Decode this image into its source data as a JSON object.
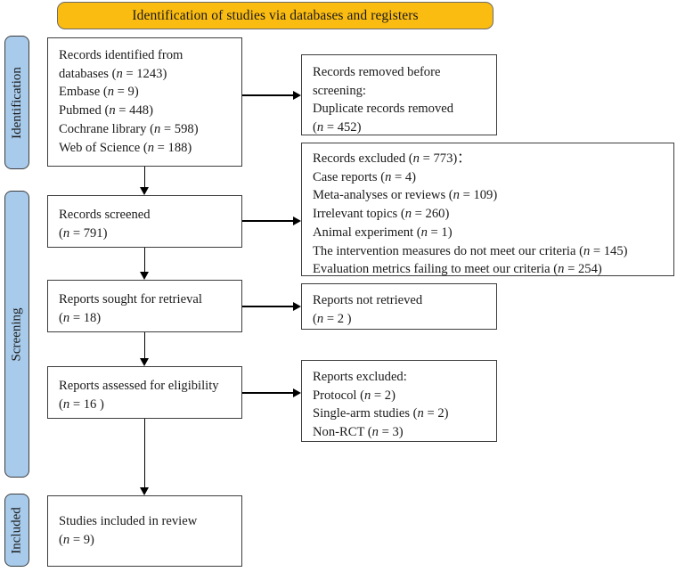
{
  "diagram": {
    "title": "Identification of studies via databases and registers",
    "type": "prisma-flow-diagram",
    "colors": {
      "banner": "#fbbc11",
      "stage_pill": "#a8cbeb",
      "box_border": "#3d3d3d",
      "connector": "#000000",
      "background": "#ffffff"
    }
  },
  "stages": [
    {
      "key": "identification",
      "label": "Identification"
    },
    {
      "key": "screening",
      "label": "Screening"
    },
    {
      "key": "included",
      "label": "Included"
    }
  ],
  "boxes": {
    "records_identified": {
      "lines": [
        "Records identified from",
        "databases (n = 1243)",
        "Embase (n = 9)",
        "Pubmed (n = 448)",
        "Cochrane library (n = 598)",
        "Web of Science (n = 188)"
      ]
    },
    "records_removed": {
      "lines": [
        "Records removed before",
        "screening:",
        "Duplicate records removed",
        "(n = 452)"
      ]
    },
    "records_screened": {
      "lines": [
        "Records screened",
        "(n = 791)"
      ]
    },
    "records_excluded": {
      "lines": [
        "Records excluded (n = 773)：",
        "Case reports (n = 4)",
        "Meta-analyses or reviews (n = 109)",
        "Irrelevant topics (n = 260)",
        "Animal experiment (n = 1)",
        "The intervention measures do not meet our criteria (n = 145)",
        "Evaluation metrics failing to meet our criteria (n = 254)"
      ]
    },
    "reports_sought": {
      "lines": [
        "Reports sought for retrieval",
        "(n = 18)"
      ]
    },
    "reports_not_retrieved": {
      "lines": [
        "Reports not retrieved",
        "(n = 2 )"
      ]
    },
    "reports_assessed": {
      "lines": [
        "Reports assessed for eligibility",
        "(n = 16 )"
      ]
    },
    "reports_excluded": {
      "lines": [
        "Reports excluded:",
        "Protocol (n = 2)",
        "Single-arm studies (n = 2)",
        "Non-RCT (n = 3)"
      ]
    },
    "studies_included": {
      "lines": [
        "Studies included in review",
        "(n = 9)"
      ]
    }
  },
  "counts": {
    "records_identified_databases": 1243,
    "embase": 9,
    "pubmed": 448,
    "cochrane_library": 598,
    "web_of_science": 188,
    "duplicate_records_removed": 452,
    "records_screened": 791,
    "records_excluded_total": 773,
    "case_reports": 4,
    "meta_analyses_or_reviews": 109,
    "irrelevant_topics": 260,
    "animal_experiment": 1,
    "intervention_measures_not_meeting_criteria": 145,
    "evaluation_metrics_not_meeting_criteria": 254,
    "reports_sought_for_retrieval": 18,
    "reports_not_retrieved": 2,
    "reports_assessed_for_eligibility": 16,
    "reports_excluded_protocol": 2,
    "reports_excluded_single_arm": 2,
    "reports_excluded_non_rct": 3,
    "studies_included_in_review": 9
  }
}
